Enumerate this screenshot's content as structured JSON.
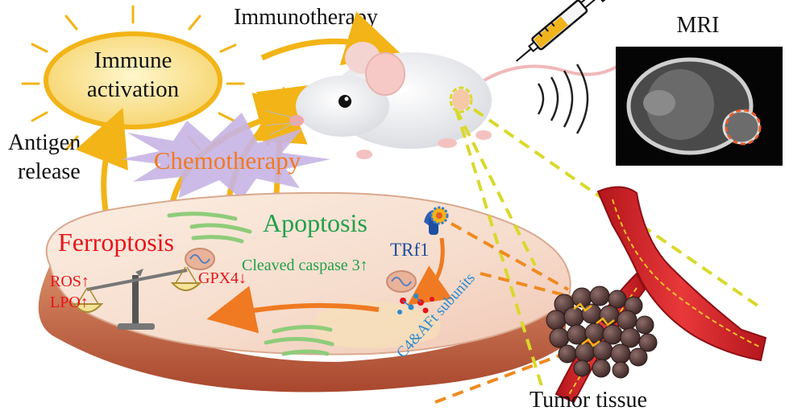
{
  "labels": {
    "immune_activation_line1": "Immune",
    "immune_activation_line2": "activation",
    "immunotherapy": "Immunotherapy",
    "antigen_line1": "Antigen",
    "antigen_line2": "release",
    "chemotherapy": "Chemotherapy",
    "ferroptosis": "Ferroptosis",
    "apoptosis": "Apoptosis",
    "trf1": "TRf1",
    "cleaved_caspase": "Cleaved caspase 3↑",
    "ros": "ROS↑",
    "lpo": "LPO↑",
    "gpx4": "GPX4↓",
    "subunits": "C4&AFt subunits",
    "mri": "MRI",
    "tumor_tissue": "Tumor tissue"
  },
  "colors": {
    "sun": "#f2b417",
    "sun_fill": "#f8df86",
    "ferroptosis": "#e8141a",
    "apoptosis": "#22a04b",
    "chemotherapy": "#f07a24",
    "chemo_burst": "#c7b4e4",
    "trf1": "#1d4ea0",
    "subunits": "#2a8ad0",
    "cell_top": "#f6dfd0",
    "cell_side": "#c86a4a",
    "vessel": "#d8252a",
    "dash_yellow": "#d9d92a",
    "dash_orange": "#ef8a1f"
  },
  "icons": {
    "mouse": "mouse-illustration",
    "syringe": "syringe-icon",
    "waves": "signal-waves-icon",
    "balance": "balance-scale-icon"
  }
}
